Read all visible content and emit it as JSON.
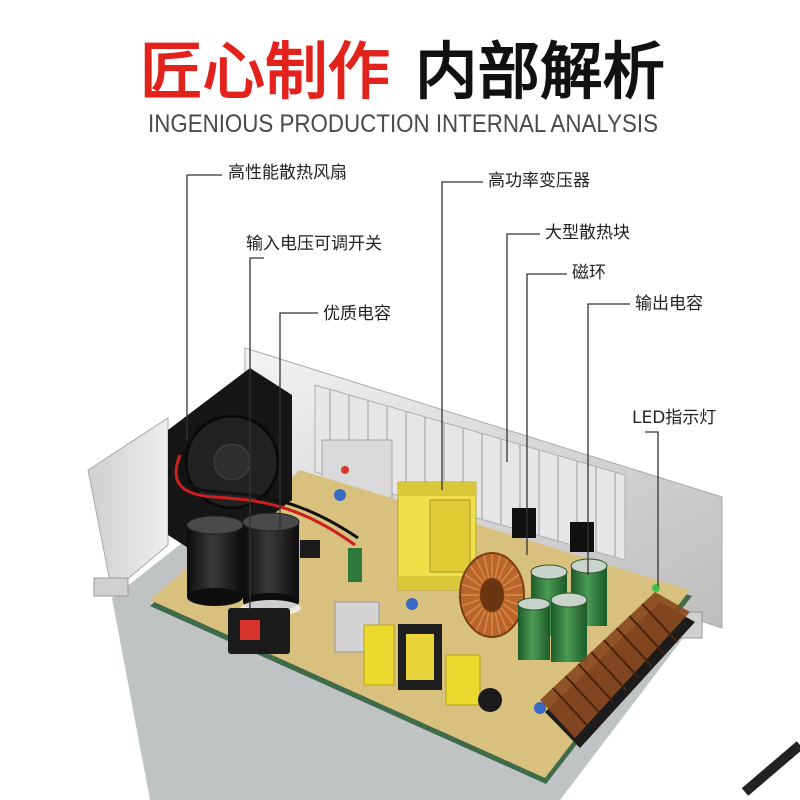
{
  "title": {
    "part1": "匠心制作",
    "part2": "内部解析",
    "subtitle": "INGENIOUS PRODUCTION INTERNAL ANALYSIS"
  },
  "callouts": [
    {
      "label": "高性能散热风扇"
    },
    {
      "label": "输入电压可调开关"
    },
    {
      "label": "优质电容"
    },
    {
      "label": "高功率变压器"
    },
    {
      "label": "大型散热块"
    },
    {
      "label": "磁环"
    },
    {
      "label": "输出电容"
    },
    {
      "label": "LED指示灯"
    }
  ],
  "colors": {
    "title_red": "#e3221c",
    "title_black": "#111111",
    "pcb": "#d8c07e",
    "transformer": "#f0e04a",
    "toroid_copper": "#b8672c",
    "capacitor_green": "#2f7a3a",
    "terminal_block": "#8a4a1f"
  }
}
